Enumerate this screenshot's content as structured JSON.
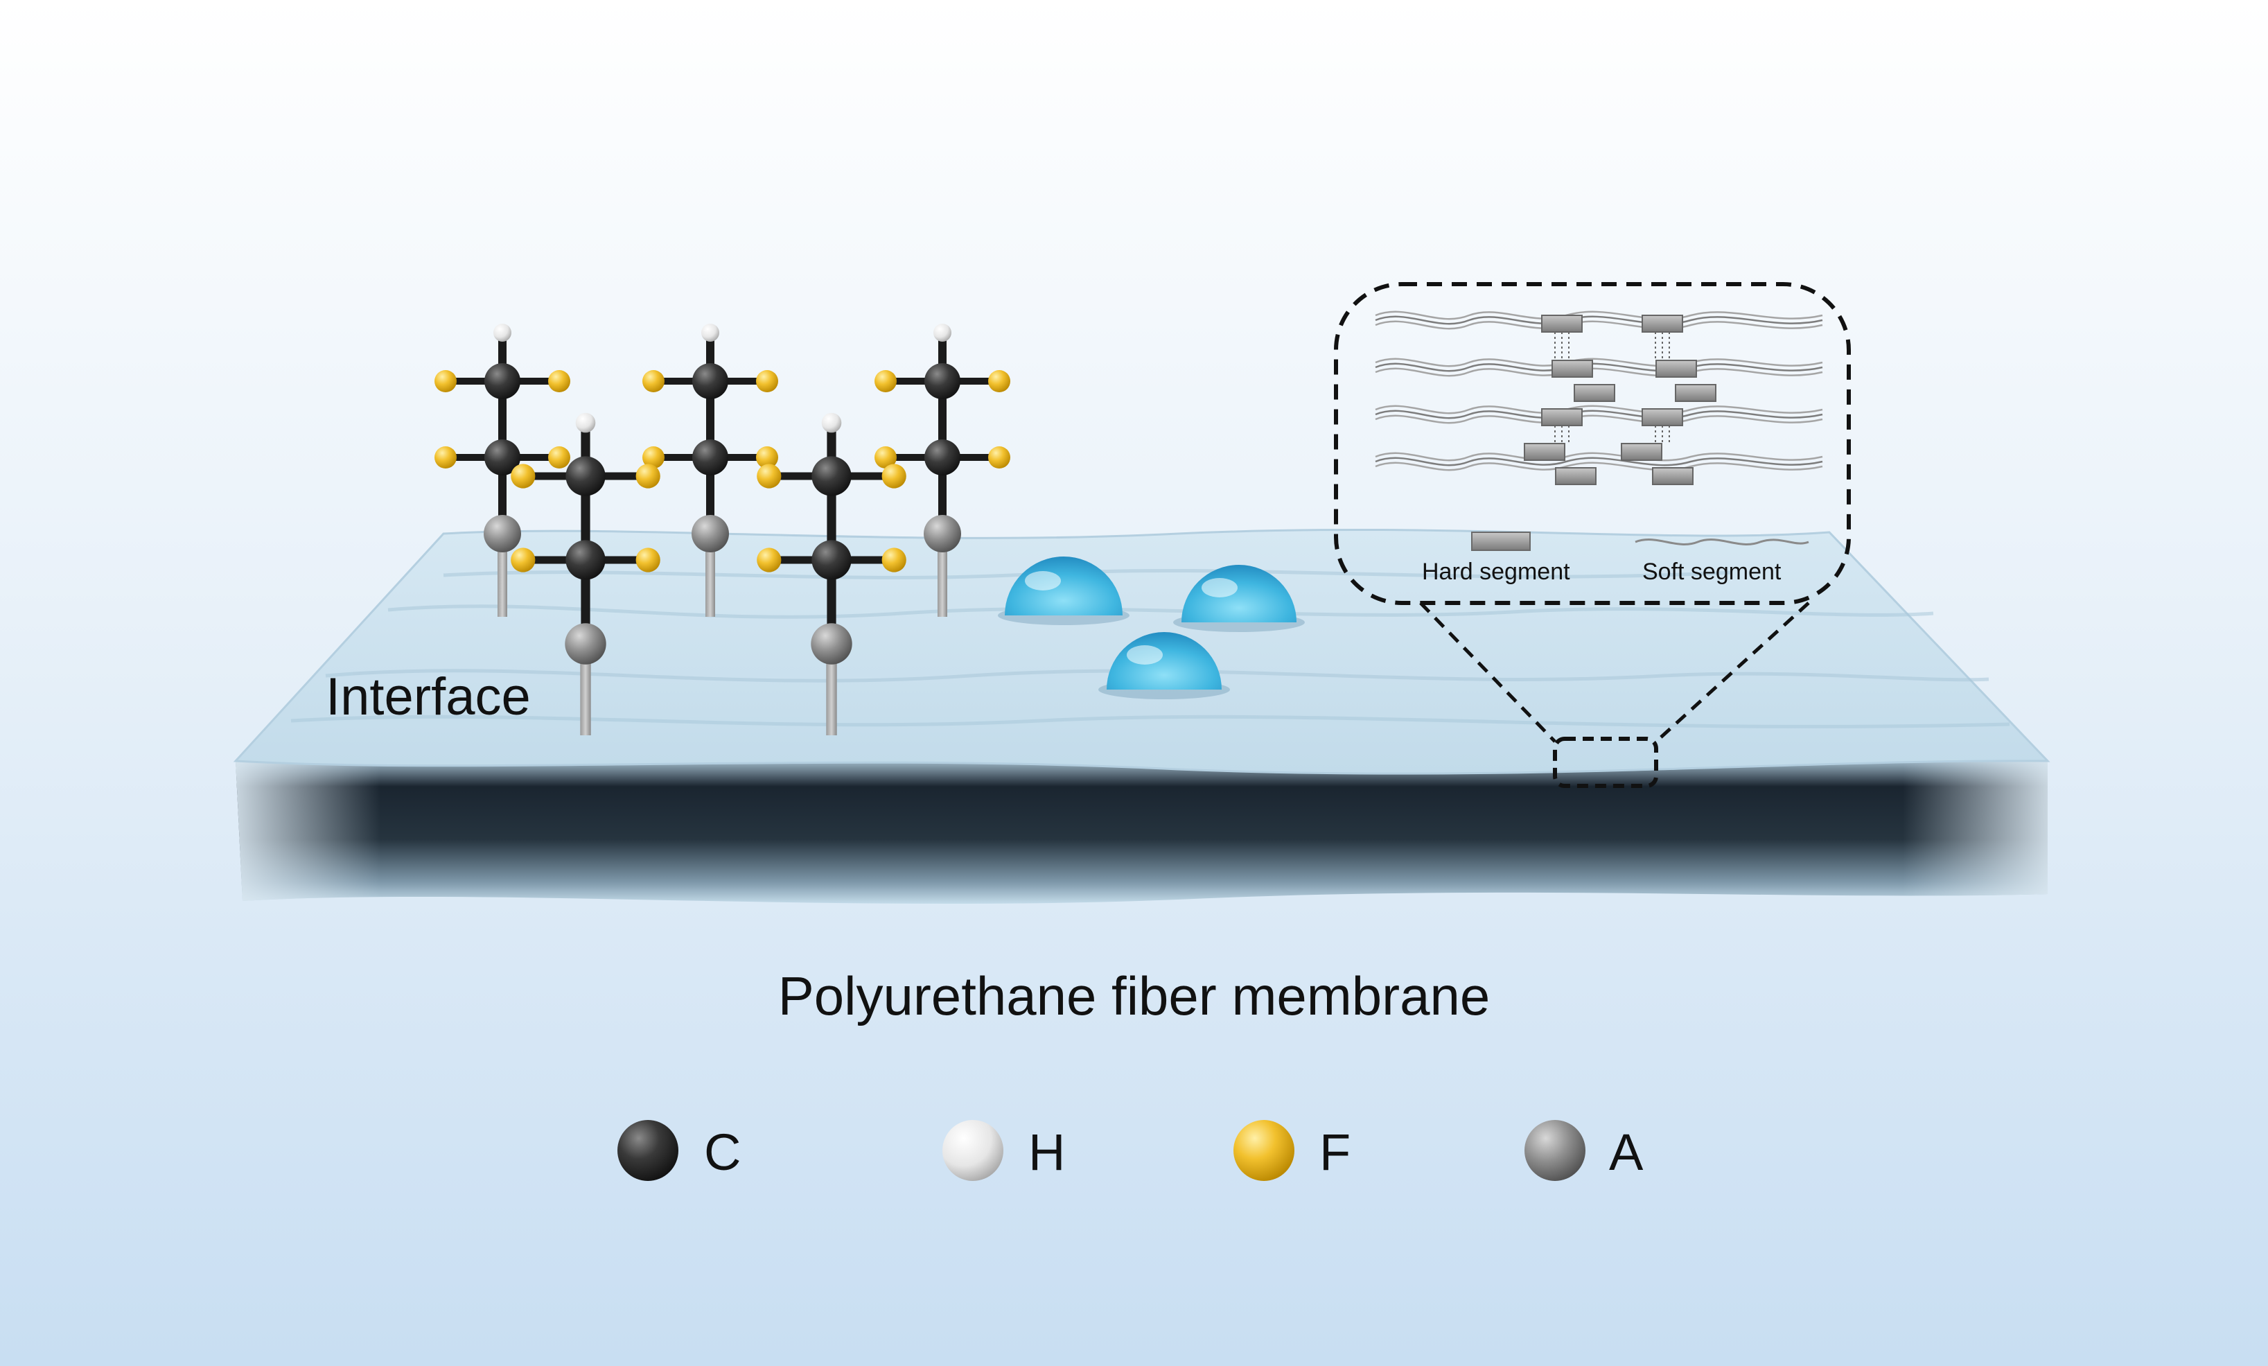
{
  "labels": {
    "interface": "Interface",
    "membrane": "Polyurethane fiber membrane",
    "hard_segment": "Hard segment",
    "soft_segment": "Soft segment"
  },
  "legend": [
    {
      "symbol": "C",
      "color": "#3a3a3a"
    },
    {
      "symbol": "H",
      "color": "#eeeeee"
    },
    {
      "symbol": "F",
      "color": "#f2c12e"
    },
    {
      "symbol": "A",
      "color": "#8f8f8f"
    }
  ],
  "colors": {
    "background_top": "#ffffff",
    "background_bottom": "#c9dff2",
    "membrane_top": "#cfe4f1",
    "membrane_side": "#1c2a36",
    "water_droplet": "#4fc3e8",
    "segment_gray": "#9a9a9a"
  }
}
